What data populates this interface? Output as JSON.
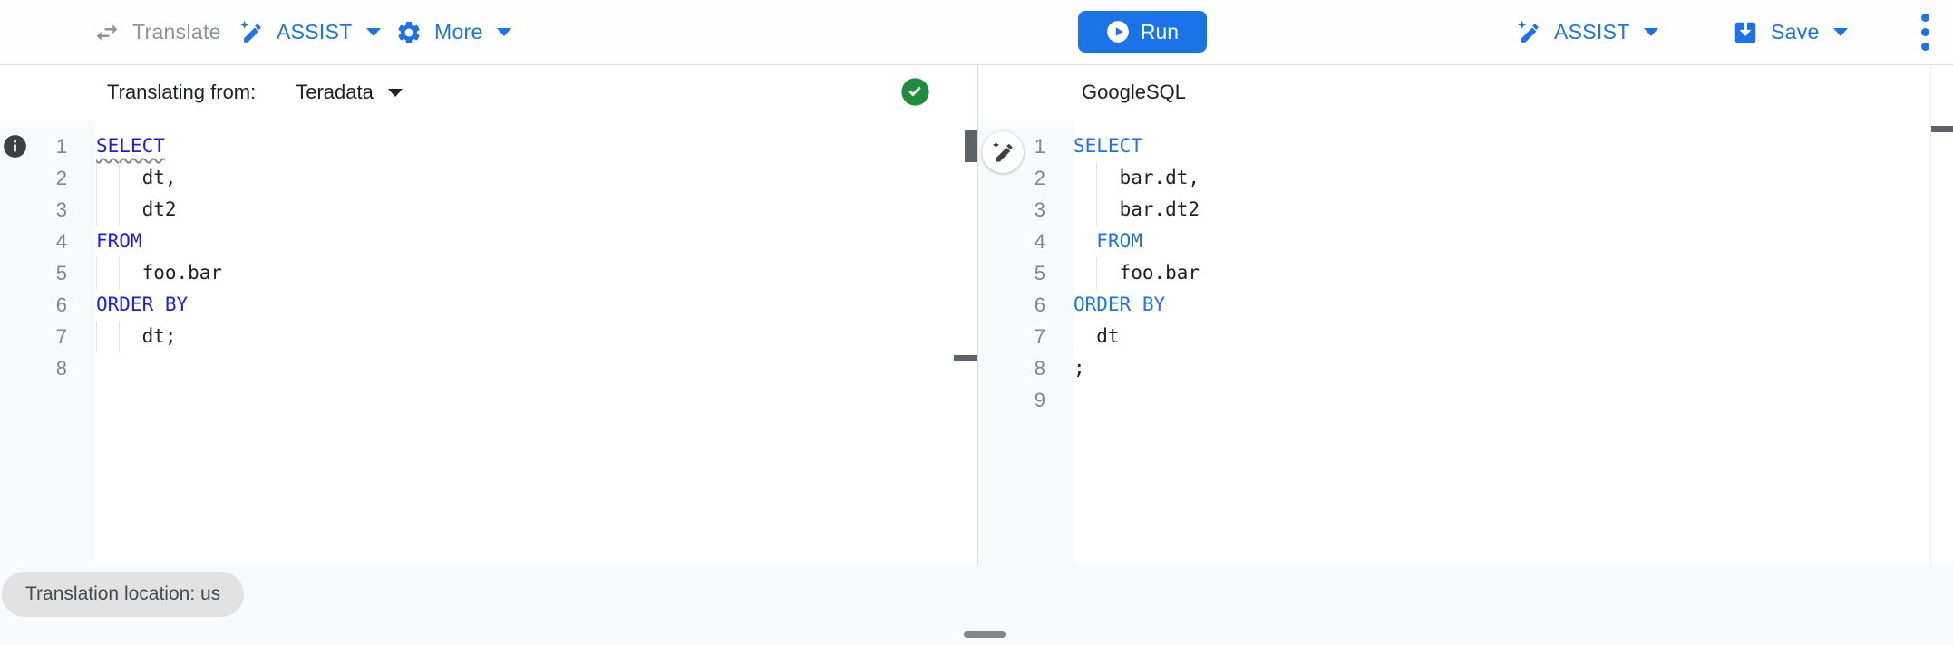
{
  "toolbar": {
    "translate_label": "Translate",
    "assist_label": "ASSIST",
    "more_label": "More",
    "run_label": "Run",
    "assist_right_label": "ASSIST",
    "save_label": "Save"
  },
  "left_pane": {
    "header_label": "Translating from:",
    "dialect_selected": "Teradata",
    "status_icon": "success-check",
    "keyword_color": "#1b1beb",
    "lines": [
      [
        {
          "t": "SELECT",
          "k": true,
          "w": true
        }
      ],
      [
        {
          "t": "    dt,"
        }
      ],
      [
        {
          "t": "    dt2"
        }
      ],
      [
        {
          "t": "FROM",
          "k": true
        }
      ],
      [
        {
          "t": "    foo.bar"
        }
      ],
      [
        {
          "t": "ORDER BY",
          "k": true
        }
      ],
      [
        {
          "t": "    dt;"
        }
      ],
      []
    ]
  },
  "right_pane": {
    "header_label": "GoogleSQL",
    "keyword_color": "#1a73e8",
    "lines": [
      [
        {
          "t": "SELECT",
          "k": true
        }
      ],
      [
        {
          "t": "    bar.dt,"
        }
      ],
      [
        {
          "t": "    bar.dt2"
        }
      ],
      [
        {
          "t": "  "
        },
        {
          "t": "FROM",
          "k": true
        }
      ],
      [
        {
          "t": "    foo.bar"
        }
      ],
      [
        {
          "t": "ORDER BY",
          "k": true
        }
      ],
      [
        {
          "t": "  dt"
        }
      ],
      [
        {
          "t": ";"
        }
      ],
      []
    ]
  },
  "footer": {
    "location_chip": "Translation location: us"
  },
  "icons": {
    "swap-arrows-icon": "two horizontal swap arrows",
    "magic-pen-icon": "pen with sparkle (AI assist)",
    "gear-icon": "settings gear",
    "play-icon": "play in circle",
    "save-icon": "save box with down arrow",
    "kebab-icon": "vertical three dots",
    "check-icon": "green circle check",
    "info-icon": "dark circle info"
  },
  "colors": {
    "accent_blue": "#1a73e8",
    "success_green": "#1e8e3e",
    "disabled_gray": "#8f949a",
    "divider": "#dadce0"
  }
}
